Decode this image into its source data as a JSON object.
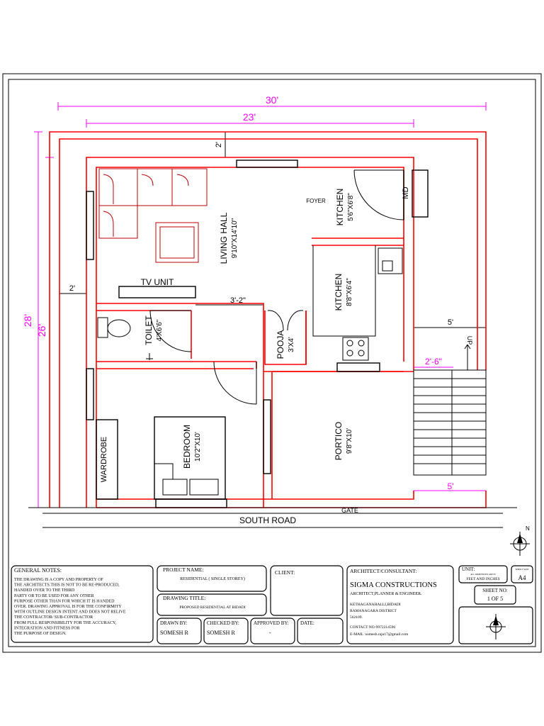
{
  "dimensions": {
    "overall_width": "30'",
    "inner_width": "23'",
    "overall_depth": "28'",
    "inner_depth": "26'",
    "top_setback": "2'",
    "left_setback": "2'",
    "passage_width": "3'-2\"",
    "right_setback": "5'",
    "stair_width": "2'-6\"",
    "bottom_right": "5'"
  },
  "rooms": {
    "living_hall": {
      "name": "LIVING HALL",
      "size": "9'10\"X14'10\""
    },
    "kitchen_top": {
      "name": "KITCHEN",
      "size": "5'6\"X6'8\""
    },
    "kitchen": {
      "name": "KITCHEN",
      "size": "8'8\"X6'4\""
    },
    "toilet": {
      "name": "TOILET",
      "size": "4'X6'6\""
    },
    "pooja": {
      "name": "POOJA",
      "size": "3'X4'"
    },
    "bedroom": {
      "name": "BEDROOM",
      "size": "10'2\"X10'"
    },
    "portico": {
      "name": "PORTICO",
      "size": "9'8\"X10'"
    },
    "foyer": "FOYER",
    "md": "MD",
    "tv_unit": "TV UNIT",
    "wardrobe": "WARDROBE",
    "up": "UP"
  },
  "site": {
    "road": "SOUTH ROAD",
    "gate": "GATE",
    "north": "N"
  },
  "title_block": {
    "general_notes_heading": "GENERAL NOTES:",
    "general_notes_lines": [
      "THE DRAWING IS A COPY AND PROPERTY OF",
      "THE ARCHITECTS.THIS IS NOT TO BE RE-PRODUCED,",
      "HANDED OVER TO THE THIRD",
      "PARTY OR TO BE USED FOR ANY OTHER",
      "PURPOSE OTHER THAN FOR WHICH IT IS HANDED",
      "OVER. DRAWING APPROVAL IS FOR THE CONFIRMITY",
      "WITH OUTLINE DESIGN INTENT AND DOES NOT RELIVE",
      "THE CONTRACTOR/ SUB-CONTRACTOR",
      "FROM FULL RESPONSIBILITY FOR THE ACCURACY,",
      "INTEGRATION AND FITNESS FOR",
      "THE PURPOSE OF DESIGN."
    ],
    "project_name_label": "PROJECT NAME:",
    "project_name": "RESIDENTIAL ( SINGLE STOREY)",
    "client_label": "CLIENT:",
    "drawing_title_label": "DRAWING TITLE:",
    "drawing_title": "PROPOSED RESIDENTIAL AT BIDADI",
    "drawn_by_label": "DRAWN BY:",
    "drawn_by": "SOMESH R",
    "checked_by_label": "CHECKED BY:",
    "checked_by": "SOMESH R",
    "approved_by_label": "APPROVED BY:",
    "approved_by": "-",
    "date_label": "DATE:",
    "architect_label": "ARCHITECT/CONSULTANT:",
    "firm_name": "SIGMA CONSTRUCTIONS",
    "firm_role": "ARCHITECT,PLANNER & ENGINEER.",
    "address_lines": [
      "KETHAGANAHALLI,BIDADI",
      "RAMANAGARA DISTRICT",
      "562109."
    ],
    "contact": "CONTACT NO-9972214596",
    "email": "E-MAIL :somesh.raju17@gmail.com",
    "unit_label": "UNIT:",
    "unit_note": "ALL DIMENSIONS ARE IN",
    "unit_value": "FEET AND INCHES",
    "sheet_size_label": "SHEET SIZE",
    "sheet_size": "A4",
    "sheet_no_label": "SHEET NO:",
    "sheet_no": "1 OF 5"
  }
}
